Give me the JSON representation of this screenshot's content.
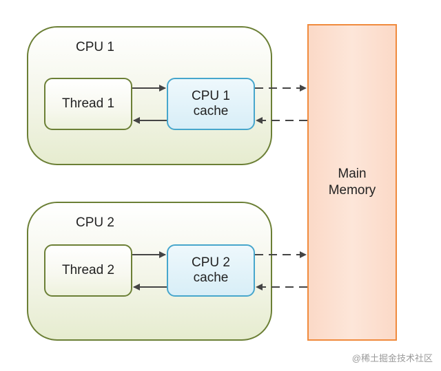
{
  "cpus": [
    {
      "label": "CPU 1",
      "thread": "Thread 1",
      "cache_line1": "CPU 1",
      "cache_line2": "cache"
    },
    {
      "label": "CPU 2",
      "thread": "Thread 2",
      "cache_line1": "CPU 2",
      "cache_line2": "cache"
    }
  ],
  "memory": {
    "line1": "Main",
    "line2": "Memory"
  },
  "watermark": "@稀土掘金技术社区",
  "colors": {
    "cpu_border": "#6b7f35",
    "cache_border": "#46a6cc",
    "memory_border": "#f08a3c",
    "memory_fill": "#fde6d9",
    "arrow": "#444444"
  }
}
